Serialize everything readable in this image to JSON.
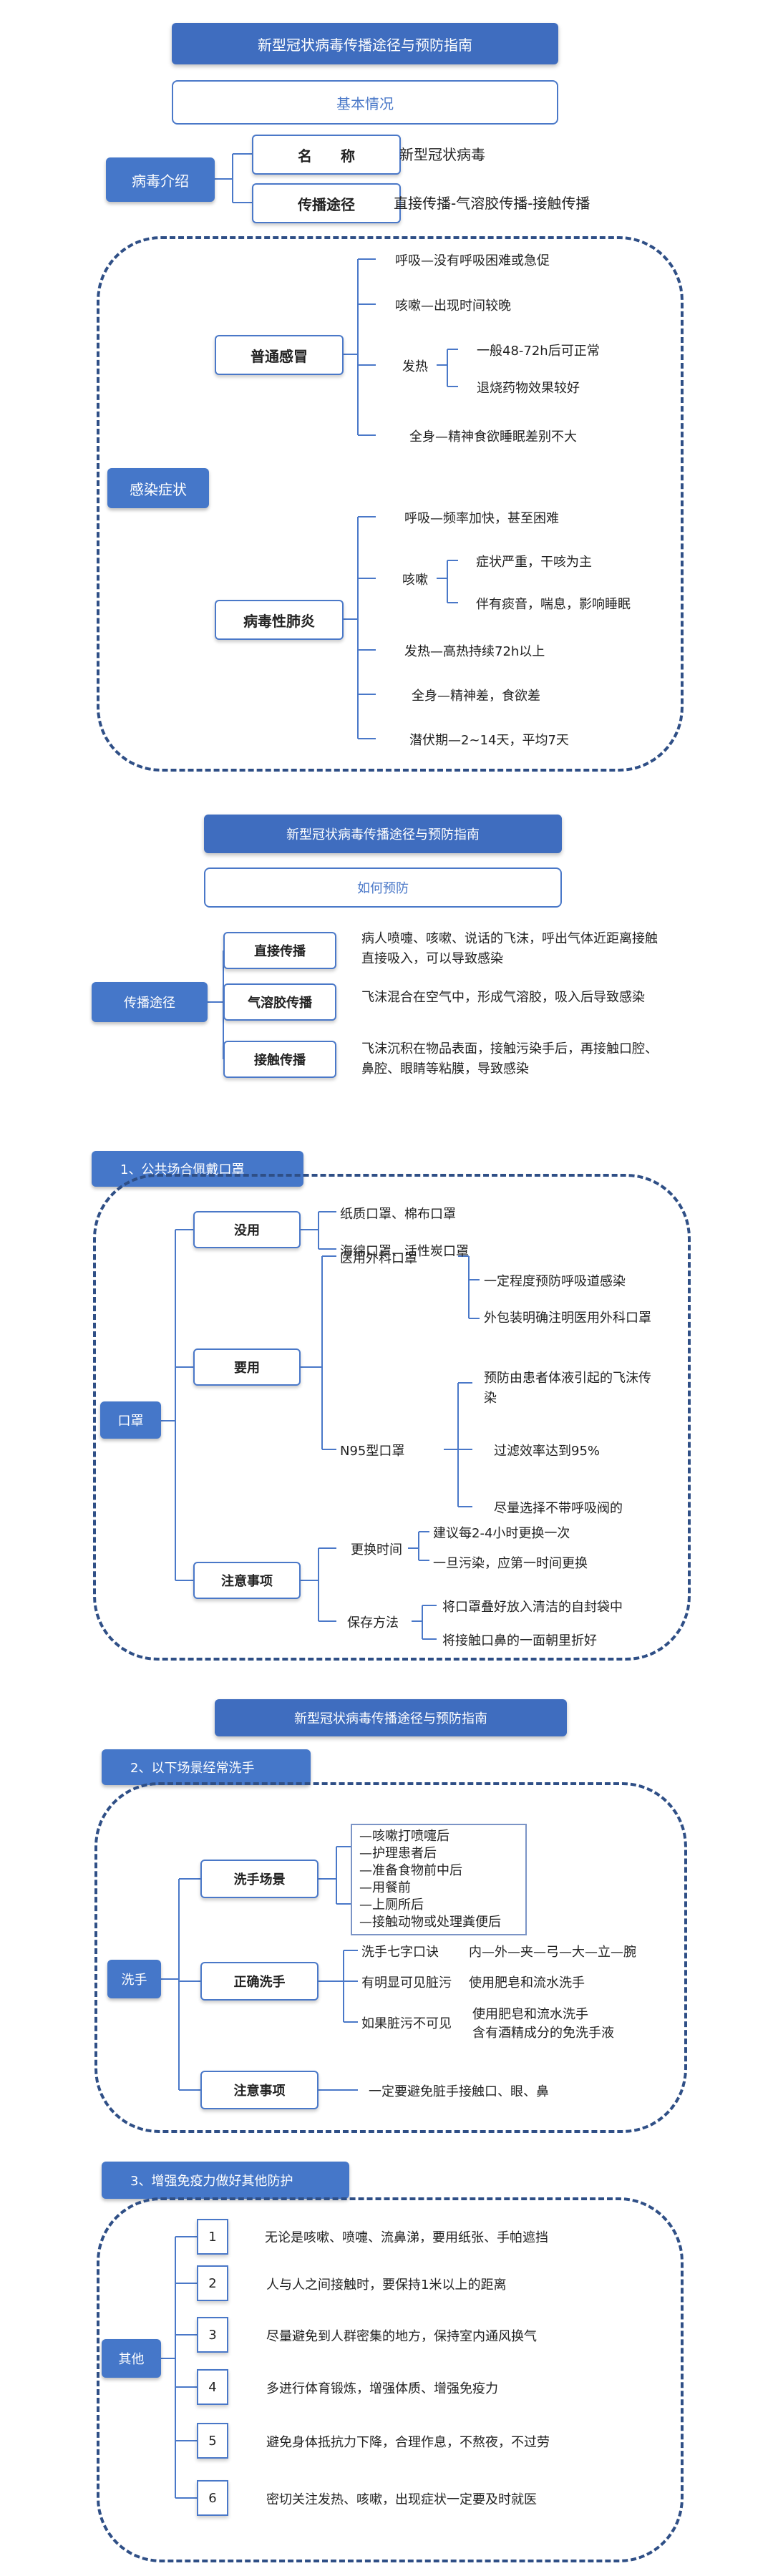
{
  "sec1": {
    "title": "新型冠状病毒传播途径与预防指南",
    "subtitle": "基本情况",
    "virus_intro": "病毒介绍",
    "name_label": "名　　称",
    "name_value": "新型冠状病毒",
    "route_label": "传播途径",
    "route_value": "直接传播-气溶胶传播-接触传播",
    "symptoms": "感染症状",
    "cold": {
      "label": "普通感冒",
      "items": [
        "呼吸—没有呼吸困难或急促",
        "咳嗽—出现时间较晚",
        "发热",
        "全身—精神食欲睡眠差别不大"
      ],
      "fever_items": [
        "一般48-72h后可正常",
        "退烧药物效果较好"
      ]
    },
    "pneu": {
      "label": "病毒性肺炎",
      "items": [
        "呼吸—频率加快，甚至困难",
        "咳嗽",
        "发热—高热持续72h以上",
        "全身—精神差，食欲差",
        "潜伏期—2~14天，平均7天"
      ],
      "cough_items": [
        "症状严重，干咳为主",
        "伴有痰音，喘息，影响睡眠"
      ]
    }
  },
  "sec2": {
    "title": "新型冠状病毒传播途径与预防指南",
    "subtitle": "如何预防",
    "root": "传播途径",
    "items": [
      {
        "label": "直接传播",
        "desc": "病人喷嚏、咳嗽、说话的飞沫，呼出气体近距离接触直接吸入，可以导致感染"
      },
      {
        "label": "气溶胶传播",
        "desc": "飞沫混合在空气中，形成气溶胶，吸入后导致感染"
      },
      {
        "label": "接触传播",
        "desc": "飞沫沉积在物品表面，接触污染手后，再接触口腔、鼻腔、眼睛等粘膜，导致感染"
      }
    ]
  },
  "sec3": {
    "tab": "1、公共场合佩戴口罩",
    "root": "口罩",
    "useless": {
      "label": "没用",
      "items": [
        "纸质口罩、棉布口罩",
        "海绵口罩、活性炭口罩"
      ]
    },
    "useful": {
      "label": "要用",
      "surgical": "医用外科口罩",
      "surgical_items": [
        "一定程度预防呼吸道感染",
        "外包装明确注明医用外科口罩"
      ],
      "n95": "N95型口罩",
      "n95_items": [
        "预防由患者体液引起的飞沫传染",
        "过滤效率达到95%",
        "尽量选择不带呼吸阀的"
      ]
    },
    "notes": {
      "label": "注意事项",
      "replace": "更换时间",
      "replace_items": [
        "建议每2-4小时更换一次",
        "一旦污染，应第一时间更换"
      ],
      "store": "保存方法",
      "store_items": [
        "将口罩叠好放入清洁的自封袋中",
        "将接触口鼻的一面朝里折好"
      ]
    }
  },
  "sec4": {
    "title": "新型冠状病毒传播途径与预防指南",
    "tab": "2、以下场景经常洗手",
    "root": "洗手",
    "scenes": {
      "label": "洗手场景",
      "items": [
        "—咳嗽打喷嚏后",
        "—护理患者后",
        "—准备食物前中后",
        "—用餐前",
        "—上厕所后",
        "—接触动物或处理粪便后"
      ]
    },
    "correct": {
      "label": "正确洗手",
      "r1a": "洗手七字口诀",
      "r1b": "内—外—夹—弓—大—立—腕",
      "r2a": "有明显可见脏污",
      "r2b": "使用肥皂和流水洗手",
      "r3a": "如果脏污不可见",
      "r3b": "使用肥皂和流水洗手",
      "r3c": "含有酒精成分的免洗手液"
    },
    "notes": {
      "label": "注意事项",
      "text": "一定要避免脏手接触口、眼、鼻"
    }
  },
  "sec5": {
    "tab": "3、增强免疫力做好其他防护",
    "root": "其他",
    "items": [
      {
        "n": "1",
        "text": "无论是咳嗽、喷嚏、流鼻涕，要用纸张、手帕遮挡"
      },
      {
        "n": "2",
        "text": "人与人之间接触时，要保持1米以上的距离"
      },
      {
        "n": "3",
        "text": "尽量避免到人群密集的地方，保持室内通风换气"
      },
      {
        "n": "4",
        "text": "多进行体育锻炼，增强体质、增强免疫力"
      },
      {
        "n": "5",
        "text": "避免身体抵抗力下降，合理作息，不熬夜，不过劳"
      },
      {
        "n": "6",
        "text": "密切关注发热、咳嗽，出现症状一定要及时就医"
      }
    ]
  }
}
